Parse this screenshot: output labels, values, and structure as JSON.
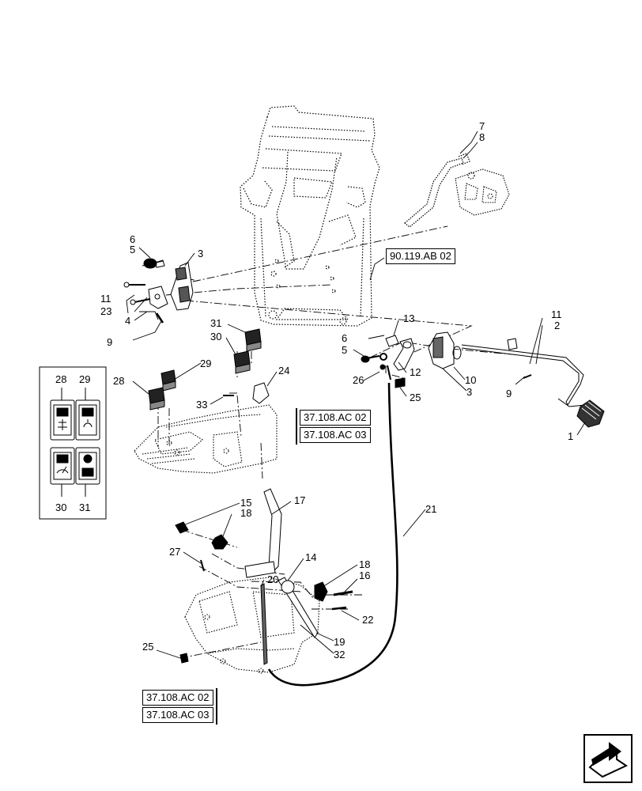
{
  "callouts": {
    "c1": "1",
    "c2": "2",
    "c3a": "3",
    "c3b": "3",
    "c4": "4",
    "c5a": "5",
    "c5b": "5",
    "c6a": "6",
    "c6b": "6",
    "c7": "7",
    "c8": "8",
    "c9a": "9",
    "c9b": "9",
    "c10": "10",
    "c11a": "11",
    "c11b": "11",
    "c12": "12",
    "c13": "13",
    "c14": "14",
    "c15": "15",
    "c16": "16",
    "c17": "17",
    "c18a": "18",
    "c18b": "18",
    "c19": "19",
    "c20": "20",
    "c21": "21",
    "c22": "22",
    "c23": "23",
    "c24": "24",
    "c25a": "25",
    "c25b": "25",
    "c26": "26",
    "c27": "27",
    "c28a": "28",
    "c28b": "28",
    "c29a": "29",
    "c29b": "29",
    "c30a": "30",
    "c30b": "30",
    "c31a": "31",
    "c31b": "31",
    "c32": "32",
    "c33": "33"
  },
  "references": {
    "ref_90_119": "90.119.AB 02",
    "ref_37_02_top": "37.108.AC 02",
    "ref_37_03_top": "37.108.AC 03",
    "ref_37_02_bottom": "37.108.AC 02",
    "ref_37_03_bottom": "37.108.AC 03"
  },
  "icons": {
    "navigation": "next-page-arrow-icon",
    "switch_28": "work-light-switch-icon",
    "switch_29": "rotating-beacon-switch-icon",
    "switch_30": "wiper-switch-icon",
    "switch_31": "flasher-switch-icon"
  }
}
